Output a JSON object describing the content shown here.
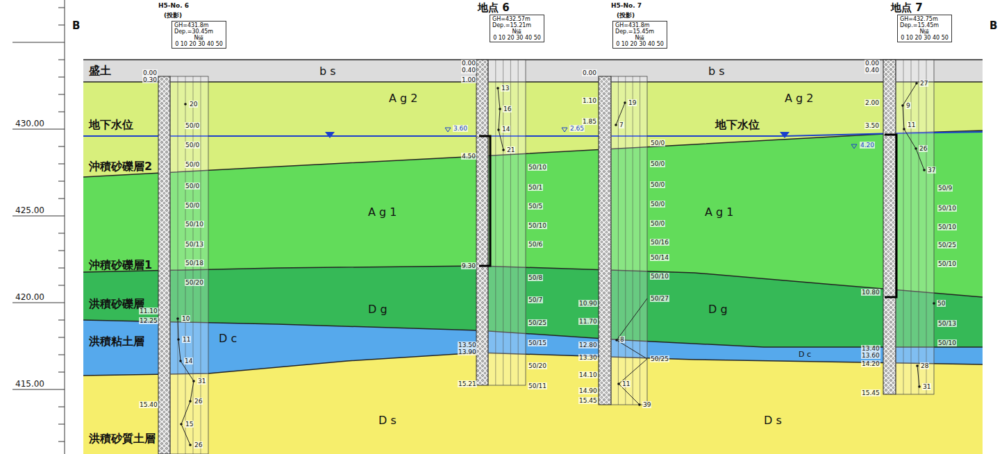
{
  "diagram": {
    "nodes": [
      {
        "text": [
          "GH=431.8m",
          "Dep.=30.45m",
          "N値",
          "0 10 20 30 40 50"
        ]
      },
      {
        "text": [
          "GH=432.57m",
          "Dep.=15.21m",
          "N値",
          "0 10 20 30 40 50"
        ]
      },
      {
        "text": [
          "GH=431.8m",
          "Dep.=15.45m",
          "N値",
          "0 10 20 30 40 50"
        ]
      },
      {
        "text": [
          "GH=432.75m",
          "Dep.=15.45m",
          "N値",
          "0 10 20 30 40 50"
        ]
      }
    ],
    "labels": [
      "430.00",
      "425.00",
      "420.00",
      "415.00",
      "B",
      "B",
      "盛土",
      "地下水位",
      "沖積砂礫層2",
      "沖積砂礫層1",
      "洪積砂礫層",
      "洪積粘土層",
      "洪積砂質土層",
      "地下水位",
      "b s",
      "b s",
      "A g 2",
      "A g 2",
      "A g 1",
      "A g 1",
      "D g",
      "D g",
      "D c",
      "D c",
      "D s",
      "D s",
      "H5-No. 6",
      "(投影)",
      "0.00",
      "0.30",
      "11.10",
      "12.25",
      "15.40",
      "20",
      "50/0",
      "50/0",
      "50/0",
      "50/0",
      "50/0",
      "50/10",
      "50/13",
      "50/18",
      "50/20",
      "10",
      "11",
      "14",
      "31",
      "26",
      "15",
      "26",
      "地点 6",
      "3.60",
      "0.00",
      "0.40",
      "1.00",
      "4.50",
      "9.30",
      "13.50",
      "13.90",
      "15.21",
      "13",
      "16",
      "14",
      "21",
      "50/10",
      "50/1",
      "50/5",
      "50/10",
      "50/6",
      "50/8",
      "50/7",
      "50/25",
      "50/15",
      "50/20",
      "50/11",
      "H5-No. 7",
      "(投影)",
      "2.65",
      "0.00",
      "1.10",
      "1.85",
      "10.90",
      "11.70",
      "12.80",
      "13.30",
      "14.10",
      "14.90",
      "15.45",
      "19",
      "7",
      "50/0",
      "50/0",
      "50/0",
      "50/0",
      "50/0",
      "50/16",
      "50/14",
      "50/10",
      "50/27",
      "8",
      "50/25",
      "11",
      "39",
      "地点 7",
      "4.20",
      "0.00",
      "0.40",
      "2.00",
      "3.50",
      "10.80",
      "13.40",
      "13.60",
      "14.20",
      "15.45",
      "27",
      "9",
      "11",
      "26",
      "37",
      "50/9",
      "50/10",
      "50/10",
      "50/25",
      "50/10",
      "50",
      "50/13",
      "50/10",
      "28",
      "31"
    ]
  }
}
